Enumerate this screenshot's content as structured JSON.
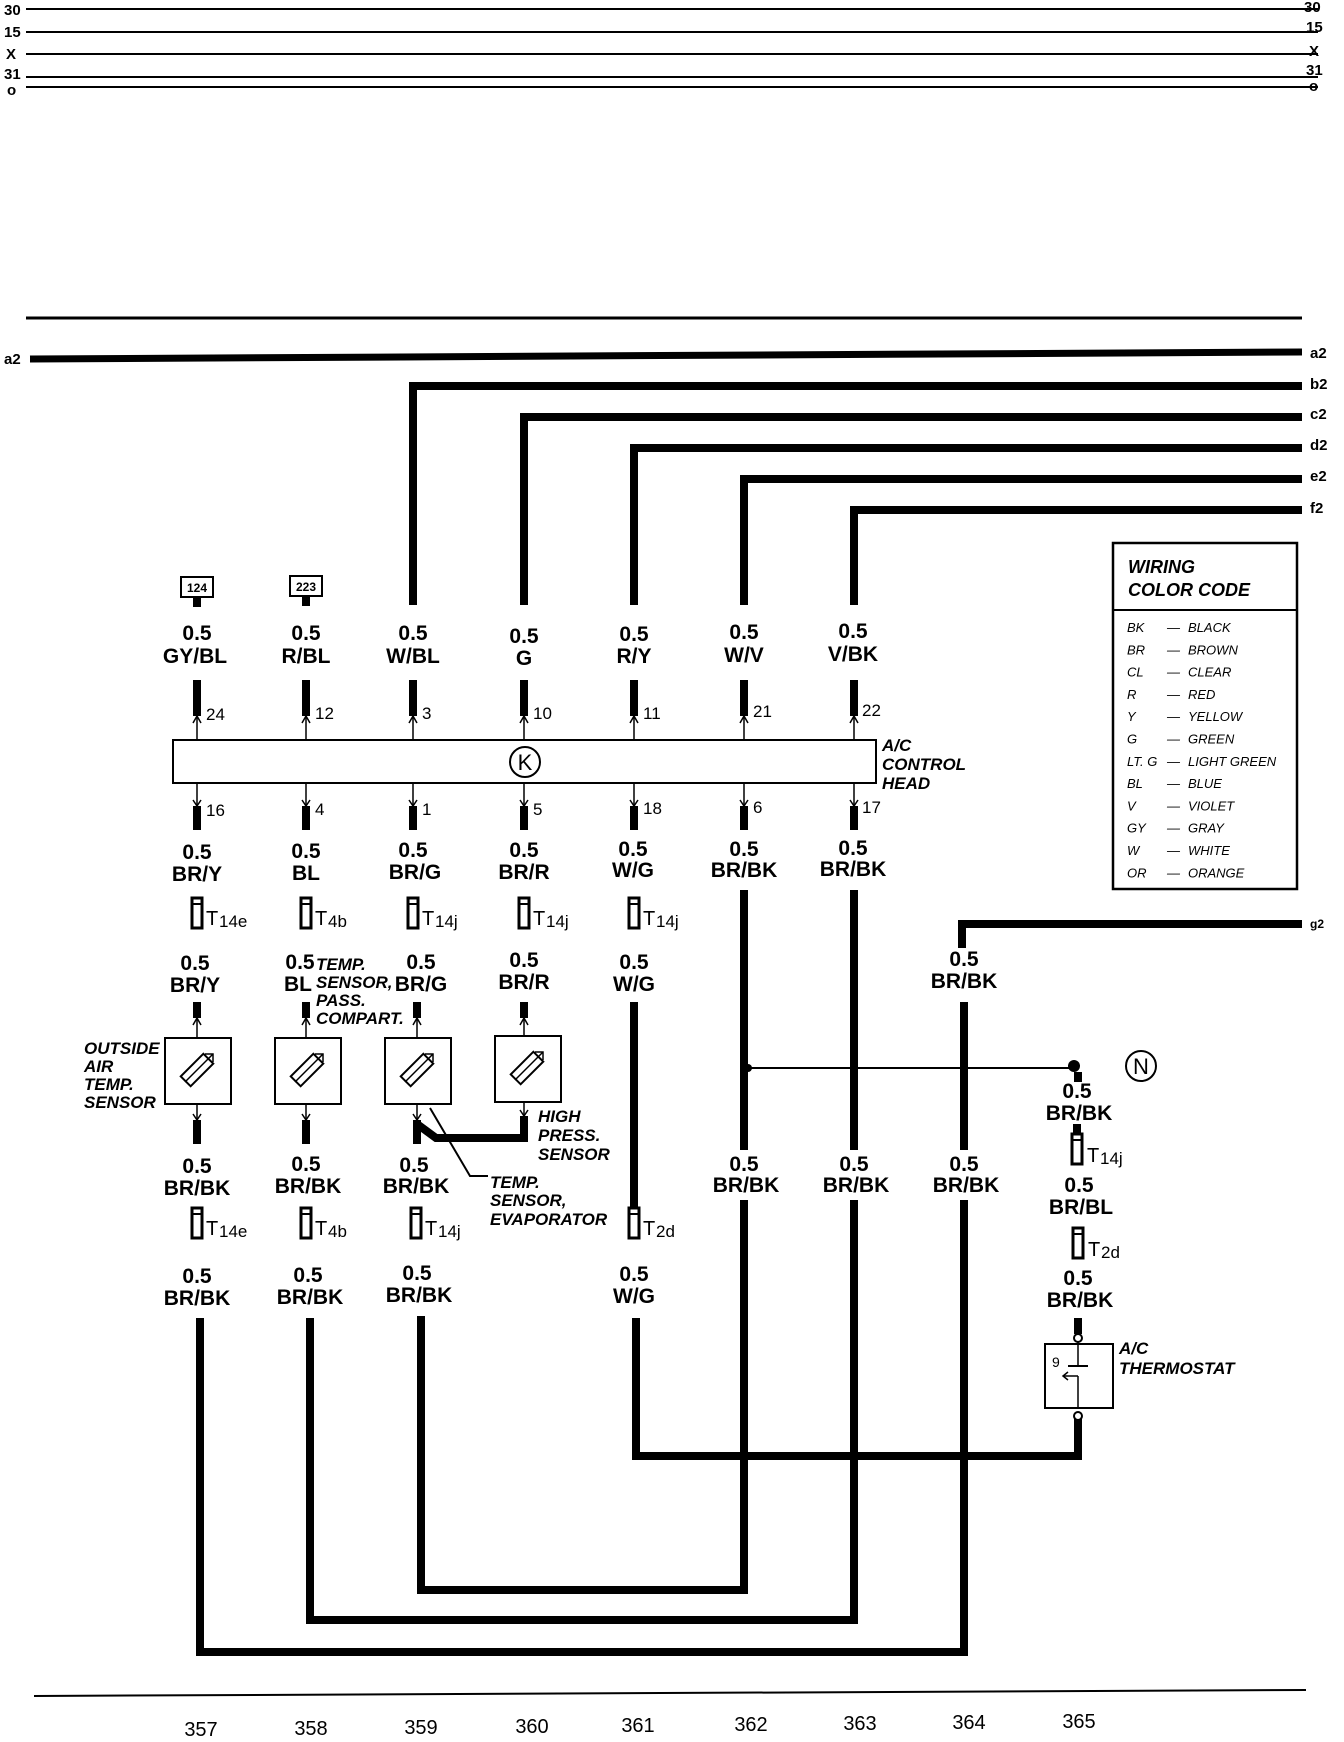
{
  "bus_labels": {
    "left": [
      "30",
      "15",
      "X",
      "31",
      "o"
    ],
    "right": [
      "30",
      "15",
      "X",
      "31",
      "o"
    ]
  },
  "lines": {
    "a2_left": "a2",
    "right": [
      "a2",
      "b2",
      "c2",
      "d2",
      "e2",
      "f2",
      "g2"
    ]
  },
  "ref_boxes": [
    "124",
    "223"
  ],
  "control_head": {
    "symbol": "K",
    "caption": [
      "A/C",
      "CONTROL",
      "HEAD"
    ],
    "top_pins": [
      "24",
      "12",
      "3",
      "10",
      "11",
      "21",
      "22"
    ],
    "bottom_pins": [
      "16",
      "4",
      "1",
      "5",
      "18",
      "6",
      "17"
    ]
  },
  "wires_top": [
    {
      "gauge": "0.5",
      "color": "GY/BL"
    },
    {
      "gauge": "0.5",
      "color": "R/BL"
    },
    {
      "gauge": "0.5",
      "color": "W/BL"
    },
    {
      "gauge": "0.5",
      "color": "G"
    },
    {
      "gauge": "0.5",
      "color": "R/Y"
    },
    {
      "gauge": "0.5",
      "color": "W/V"
    },
    {
      "gauge": "0.5",
      "color": "V/BK"
    }
  ],
  "wires_below_head": [
    {
      "gauge": "0.5",
      "color": "BR/Y"
    },
    {
      "gauge": "0.5",
      "color": "BL"
    },
    {
      "gauge": "0.5",
      "color": "BR/G"
    },
    {
      "gauge": "0.5",
      "color": "BR/R"
    },
    {
      "gauge": "0.5",
      "color": "W/G"
    },
    {
      "gauge": "0.5",
      "color": "BR/BK"
    },
    {
      "gauge": "0.5",
      "color": "BR/BK"
    }
  ],
  "connectors_row1": [
    {
      "name": "T",
      "sub": "14e"
    },
    {
      "name": "T",
      "sub": "4b"
    },
    {
      "name": "T",
      "sub": "14j"
    },
    {
      "name": "T",
      "sub": "14j"
    },
    {
      "name": "T",
      "sub": "14j"
    }
  ],
  "wires_row2": [
    {
      "gauge": "0.5",
      "color": "BR/Y"
    },
    {
      "gauge": "0.5",
      "color": "BL"
    },
    {
      "gauge": "0.5",
      "color": "BR/G"
    },
    {
      "gauge": "0.5",
      "color": "BR/R"
    },
    {
      "gauge": "0.5",
      "color": "W/G"
    }
  ],
  "g2_wire": {
    "gauge": "0.5",
    "color": "BR/BK"
  },
  "sensors": {
    "outside_air": [
      "OUTSIDE",
      "AIR",
      "TEMP.",
      "SENSOR"
    ],
    "pass_compart": [
      "TEMP.",
      "SENSOR,",
      "PASS.",
      "COMPART."
    ],
    "high_press": [
      "HIGH",
      "PRESS.",
      "SENSOR"
    ],
    "evaporator": [
      "TEMP.",
      "SENSOR,",
      "EVAPORATOR"
    ]
  },
  "ground_point": "N",
  "wires_row3": [
    {
      "gauge": "0.5",
      "color": "BR/BK"
    },
    {
      "gauge": "0.5",
      "color": "BR/BK"
    },
    {
      "gauge": "0.5",
      "color": "BR/BK"
    },
    {
      "gauge": "0.5",
      "color": "BR/BK"
    },
    {
      "gauge": "0.5",
      "color": "BR/BK"
    },
    {
      "gauge": "0.5",
      "color": "BR/BK"
    }
  ],
  "connectors_row2": [
    {
      "name": "T",
      "sub": "14e"
    },
    {
      "name": "T",
      "sub": "4b"
    },
    {
      "name": "T",
      "sub": "14j"
    },
    {
      "name": "T",
      "sub": "2d"
    }
  ],
  "wires_row4": [
    {
      "gauge": "0.5",
      "color": "BR/BK"
    },
    {
      "gauge": "0.5",
      "color": "BR/BK"
    },
    {
      "gauge": "0.5",
      "color": "BR/BK"
    },
    {
      "gauge": "0.5",
      "color": "W/G"
    }
  ],
  "thermostat_chain": {
    "wire1": {
      "gauge": "0.5",
      "color": "BR/BK"
    },
    "conn1": {
      "name": "T",
      "sub": "14j"
    },
    "wire2": {
      "gauge": "0.5",
      "color": "BR/BL"
    },
    "conn2": {
      "name": "T",
      "sub": "2d"
    },
    "wire3": {
      "gauge": "0.5",
      "color": "BR/BK"
    },
    "pin": "9",
    "caption": [
      "A/C",
      "THERMOSTAT"
    ]
  },
  "legend": {
    "title": [
      "WIRING",
      "COLOR CODE"
    ],
    "rows": [
      {
        "code": "BK",
        "name": "BLACK"
      },
      {
        "code": "BR",
        "name": "BROWN"
      },
      {
        "code": "CL",
        "name": "CLEAR"
      },
      {
        "code": "R",
        "name": "RED"
      },
      {
        "code": "Y",
        "name": "YELLOW"
      },
      {
        "code": "G",
        "name": "GREEN"
      },
      {
        "code": "LT. G",
        "name": "LIGHT GREEN"
      },
      {
        "code": "BL",
        "name": "BLUE"
      },
      {
        "code": "V",
        "name": "VIOLET"
      },
      {
        "code": "GY",
        "name": "GRAY"
      },
      {
        "code": "W",
        "name": "WHITE"
      },
      {
        "code": "OR",
        "name": "ORANGE"
      }
    ]
  },
  "column_numbers": [
    "357",
    "358",
    "359",
    "360",
    "361",
    "362",
    "363",
    "364",
    "365"
  ]
}
